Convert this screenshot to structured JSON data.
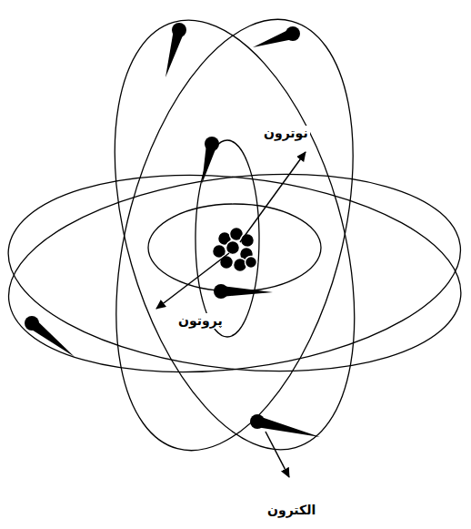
{
  "diagram": {
    "labels": [
      "نوترون",
      "پروتون",
      "الکترون"
    ]
  }
}
